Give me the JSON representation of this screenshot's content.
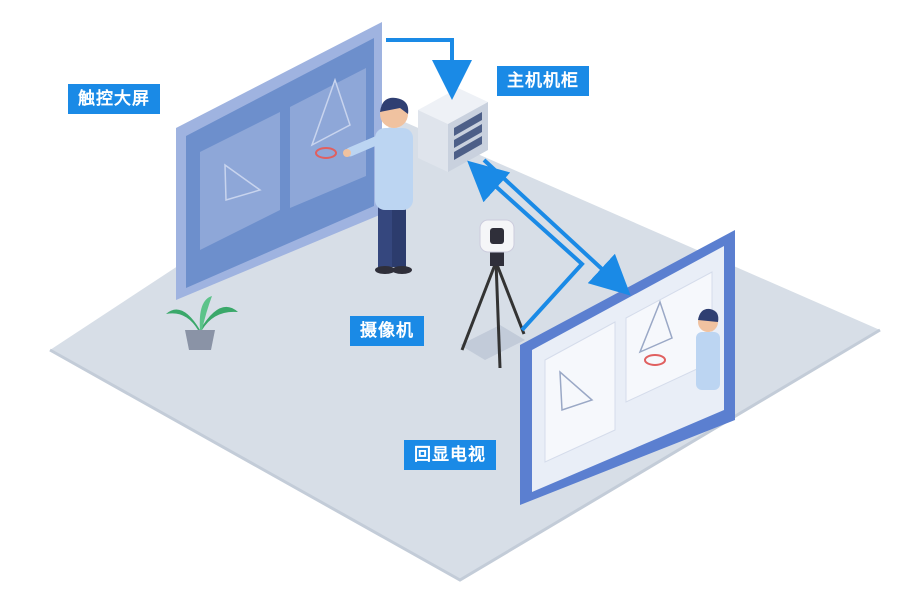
{
  "labels": {
    "touch_screen": "触控大屏",
    "host_cabinet": "主机机柜",
    "camera": "摄像机",
    "display_tv": "回显电视"
  },
  "colors": {
    "floor": "#d7dee7",
    "floor_edge": "#c3ccd8",
    "label_bg": "#1a8ae6",
    "arrow": "#1a8ae6",
    "screen_frame": "#8fa8d9",
    "screen_fill": "#6d8fcc",
    "tv_frame": "#5b7fd0",
    "tv_fill": "#e9eef7"
  },
  "icons": [
    "plant-icon",
    "person-icon",
    "server-rack-icon",
    "tripod-camera-icon"
  ]
}
